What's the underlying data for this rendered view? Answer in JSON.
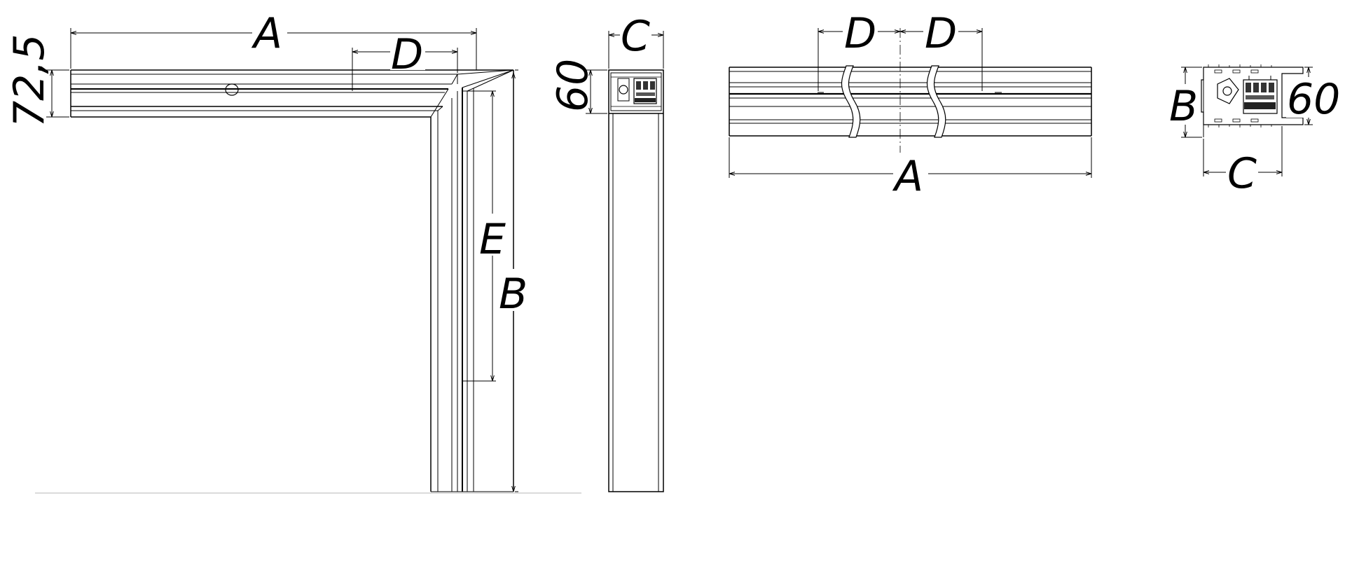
{
  "labels": {
    "corner_top_A": "A",
    "corner_top_D": "D",
    "corner_left_height": "72,5",
    "corner_right_E": "E",
    "corner_right_B": "B",
    "side_C": "C",
    "side_height": "60",
    "profile_D_left": "D",
    "profile_D_right": "D",
    "profile_A": "A",
    "section_B": "B",
    "section_height": "60",
    "section_C": "C"
  }
}
